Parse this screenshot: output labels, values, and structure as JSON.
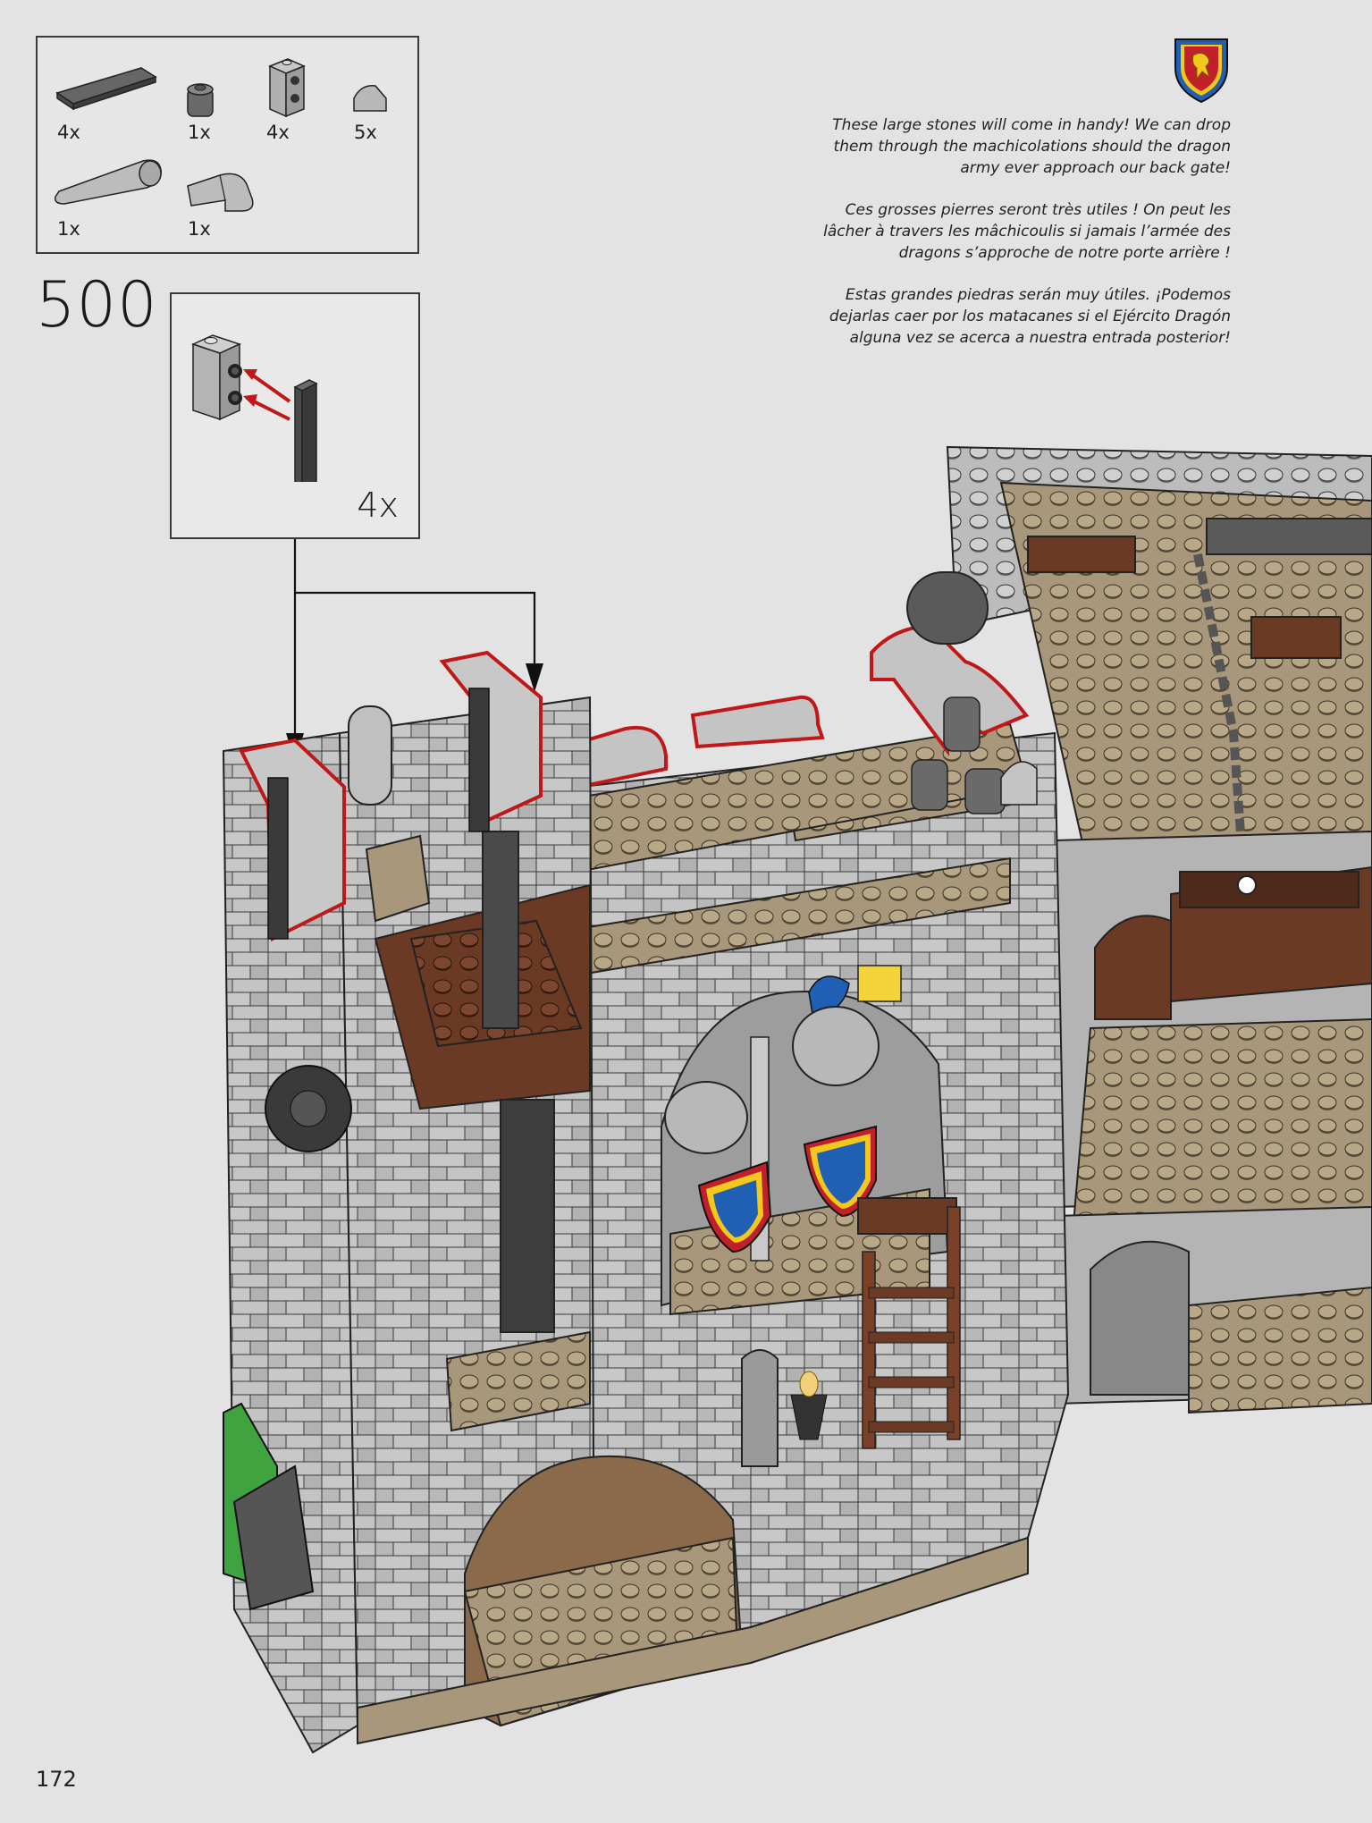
{
  "parts_list": [
    {
      "qty": "4x",
      "icon": "dark-gray-tile-1x6-icon"
    },
    {
      "qty": "1x",
      "icon": "dark-gray-round-brick-icon"
    },
    {
      "qty": "4x",
      "icon": "light-gray-brick-side-studs-icon"
    },
    {
      "qty": "5x",
      "icon": "light-gray-curved-slope-icon"
    },
    {
      "qty": "1x",
      "icon": "light-gray-round-tube-icon"
    },
    {
      "qty": "1x",
      "icon": "light-gray-elbow-icon"
    }
  ],
  "step": {
    "number": "500"
  },
  "callout": {
    "qty": "4x"
  },
  "flavor_text": {
    "en": "These large stones will come in handy! We can drop them through the machicolations should the dragon army ever approach our back gate!",
    "fr": "Ces grosses pierres seront très utiles ! On peut les lâcher à travers les mâchicoulis si jamais l’armée des dragons s’approche de notre porte arrière !",
    "es": "Estas grandes piedras serán muy útiles. ¡Podemos dejarlas caer por los matacanes si el Ejército Dragón alguna vez se acerca a nuestra entrada posterior!"
  },
  "page": {
    "number": "172"
  },
  "colors": {
    "background": "#e3e3e3",
    "light_gray": "#bcbcbc",
    "dark_gray": "#5a5a5a",
    "tan": "#a8977a",
    "brown": "#6b3a24",
    "highlight_red": "#d01818",
    "crest_blue": "#1f5fb4",
    "crest_yellow": "#f2c81c",
    "crest_red": "#c0202a"
  }
}
